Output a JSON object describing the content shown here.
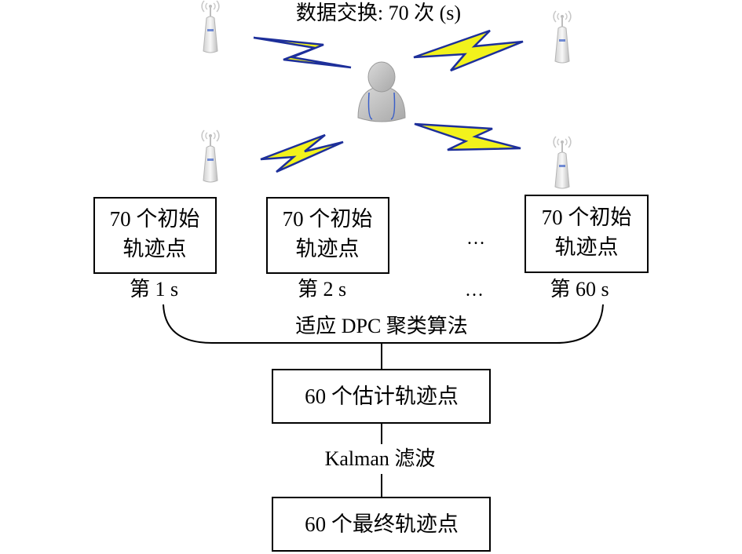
{
  "title": "数据交换: 70 次 (s)",
  "initial_box": {
    "line1": "70 个初始",
    "line2": "轨迹点"
  },
  "ellipsis": "…",
  "sec_labels": [
    "第 1 s",
    "第 2 s",
    "…",
    "第 60 s"
  ],
  "clustering_label": "适应 DPC 聚类算法",
  "estimate_box": "60 个估计轨迹点",
  "kalman_label": "Kalman 滤波",
  "final_box": "60 个最终轨迹点",
  "icons": [
    "antenna-icon",
    "person-icon",
    "lightning-icon"
  ],
  "colors": {
    "bolt_fill": "#f2f21c",
    "bolt_stroke": "#1d2f9a",
    "person_body": "#c8c8c8",
    "person_accent": "#3a5fc8"
  }
}
